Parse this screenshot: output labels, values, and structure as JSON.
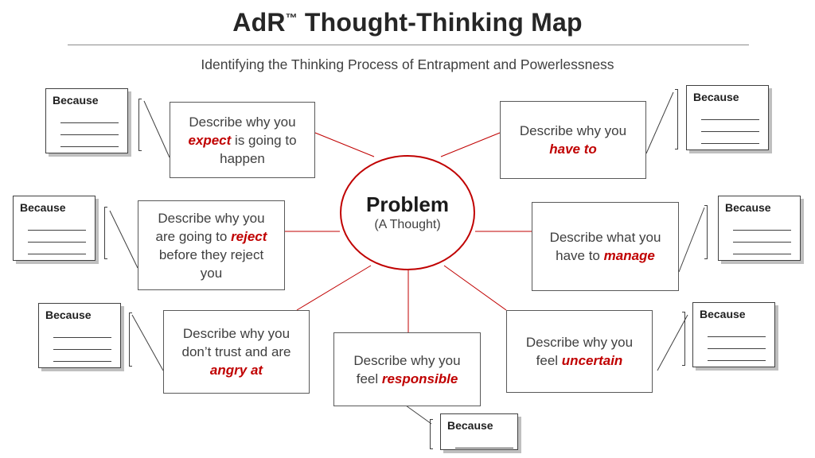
{
  "title": {
    "main": "AdR",
    "mark": "™",
    "rest": " Thought-Thinking Map"
  },
  "subtitle": "Identifying the Thinking Process of Entrapment and Powerlessness",
  "center": {
    "title": "Problem",
    "subtitle": "(A Thought)"
  },
  "because_label": "Because",
  "colors": {
    "accent": "#c00000",
    "border": "#595959",
    "text": "#3f3f3f"
  },
  "nodes": {
    "expect": {
      "pre": "Describe why you ",
      "em": "expect",
      "post": " is going to happen"
    },
    "have_to": {
      "pre": "Describe why you ",
      "em": "have to",
      "post": ""
    },
    "reject": {
      "pre": "Describe why you are going to ",
      "em": "reject",
      "post": " before they reject you"
    },
    "manage": {
      "pre": "Describe what you have to ",
      "em": "manage",
      "post": ""
    },
    "trust": {
      "pre": "Describe why you don’t trust and are ",
      "em": "angry at",
      "post": ""
    },
    "responsible": {
      "pre": "Describe why you feel ",
      "em": "responsible",
      "post": ""
    },
    "uncertain": {
      "pre": "Describe why you feel ",
      "em": "uncertain",
      "post": ""
    }
  }
}
